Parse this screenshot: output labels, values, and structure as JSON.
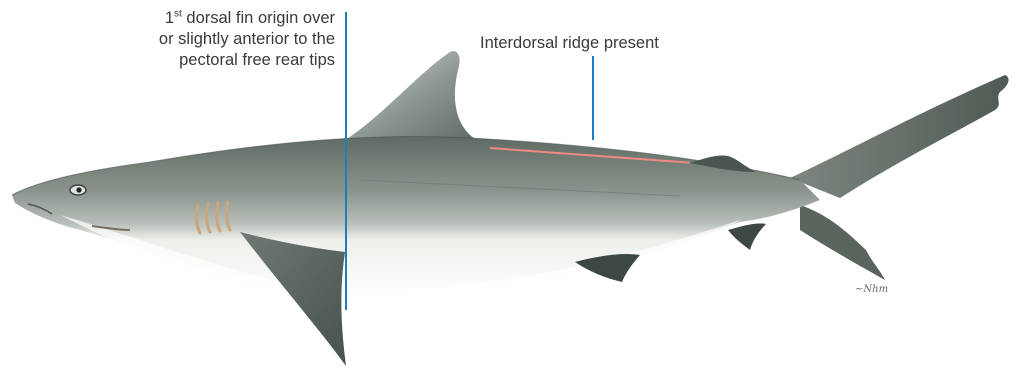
{
  "annotations": {
    "dorsal_fin": {
      "lines": [
        {
          "main": "1",
          "sup": "st",
          "rest": " dorsal fin origin over"
        },
        "or slightly anterior to the",
        "pectoral free rear tips"
      ]
    },
    "interdorsal_ridge": {
      "label": "Interdorsal ridge present"
    }
  },
  "colors": {
    "pointer_line": "#1a7fc0",
    "ridge_highlight": "#f08a80",
    "text": "#3a3a3a"
  },
  "illustration": {
    "subject": "shark-illustration",
    "icon": "shark-icon"
  }
}
